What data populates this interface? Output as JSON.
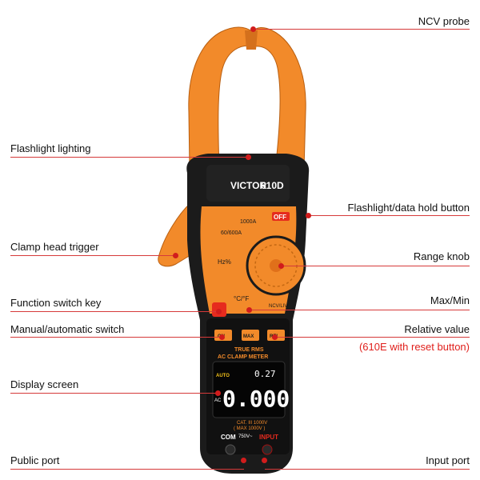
{
  "device": {
    "brand": "VICTOR",
    "model": "610D",
    "off_label": "OFF",
    "ranges": [
      "1000A",
      "60/600A",
      "Hz%",
      "°C/°F"
    ],
    "panel_line1": "TRUE RMS",
    "panel_line2": "AC CLAMP METER",
    "display_mode": "AUTO",
    "display_ac": "AC",
    "display_main": "0.000",
    "display_sub": "0.27",
    "cat_line1": "CAT. III 1000V",
    "cat_line2": "( MAX 1000V )",
    "port_com": "COM",
    "port_input": "INPUT",
    "port_voltage": "750V~",
    "button_on": "ON",
    "button_max": "MAX",
    "button_rel": "REL",
    "ncv_label": "NCV/LIVE"
  },
  "labels": {
    "ncv_probe": "NCV probe",
    "flashlight_lighting": "Flashlight lighting",
    "flashlight_hold": "Flashlight/data hold button",
    "clamp_trigger": "Clamp head trigger",
    "range_knob": "Range knob",
    "function_switch": "Function switch key",
    "max_min": "Max/Min",
    "manual_auto": "Manual/automatic switch",
    "relative_value": "Relative value",
    "reset_note": "(610E with reset button)",
    "display_screen": "Display screen",
    "public_port": "Public port",
    "input_port": "Input port"
  },
  "colors": {
    "body_orange": "#f28a2a",
    "body_black": "#1b1b1b",
    "leader_red": "#d63a3a",
    "note_red": "#e0201c",
    "lcd_bg": "#050505"
  }
}
